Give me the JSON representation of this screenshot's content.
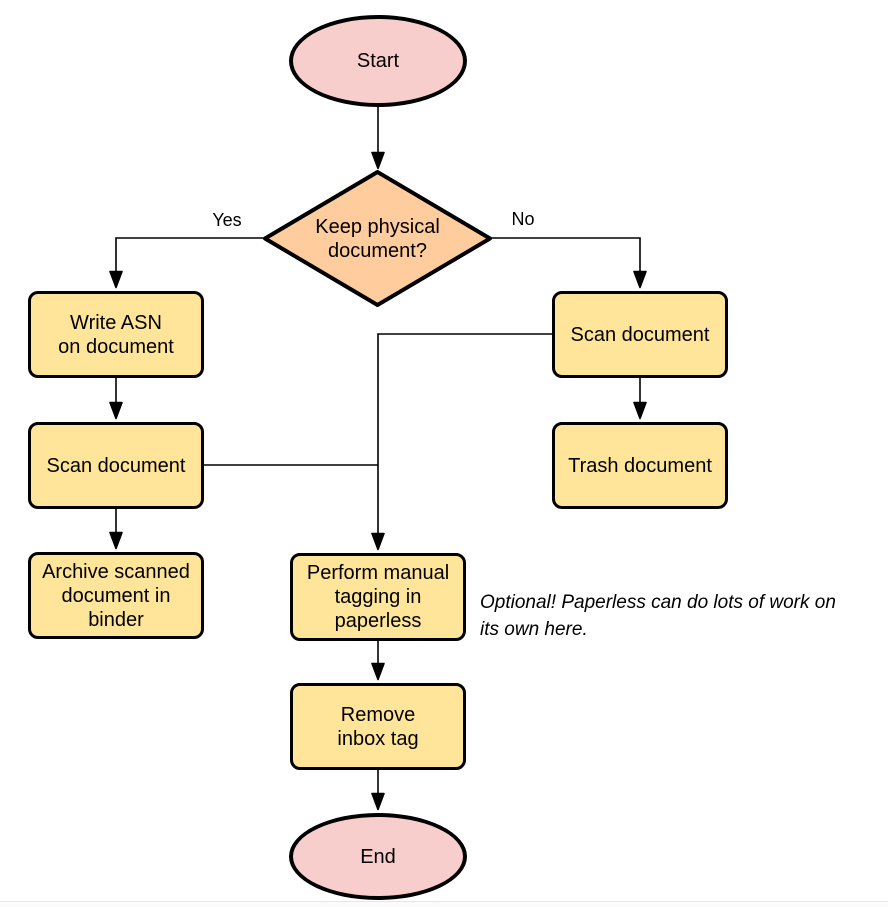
{
  "diagram_type": "flowchart",
  "nodes": {
    "start": {
      "type": "terminator",
      "label": "Start"
    },
    "decision": {
      "type": "decision",
      "label": "Keep physical\ndocument?"
    },
    "write_asn": {
      "type": "process",
      "label": "Write ASN\non document"
    },
    "scan_left": {
      "type": "process",
      "label": "Scan document"
    },
    "archive": {
      "type": "process",
      "label": "Archive scanned\ndocument in\nbinder"
    },
    "scan_right": {
      "type": "process",
      "label": "Scan document"
    },
    "trash": {
      "type": "process",
      "label": "Trash document"
    },
    "tagging": {
      "type": "process",
      "label": "Perform manual\ntagging in\npaperless"
    },
    "remove_inbox": {
      "type": "process",
      "label": "Remove\ninbox tag"
    },
    "end": {
      "type": "terminator",
      "label": "End"
    }
  },
  "edges": [
    {
      "from": "start",
      "to": "decision"
    },
    {
      "from": "decision",
      "to": "write_asn",
      "label": "Yes"
    },
    {
      "from": "decision",
      "to": "scan_right",
      "label": "No"
    },
    {
      "from": "write_asn",
      "to": "scan_left"
    },
    {
      "from": "scan_left",
      "to": "archive"
    },
    {
      "from": "scan_left",
      "to": "tagging"
    },
    {
      "from": "scan_right",
      "to": "trash"
    },
    {
      "from": "scan_right",
      "to": "tagging"
    },
    {
      "from": "tagging",
      "to": "remove_inbox"
    },
    {
      "from": "remove_inbox",
      "to": "end"
    }
  ],
  "note": {
    "text": "Optional! Paperless can do lots of work on\nits own here."
  },
  "colors": {
    "terminator_fill": "#f8cecc",
    "decision_fill": "#ffcc9e",
    "process_fill": "#ffe599",
    "stroke": "#000000",
    "background": "#ffffff"
  }
}
